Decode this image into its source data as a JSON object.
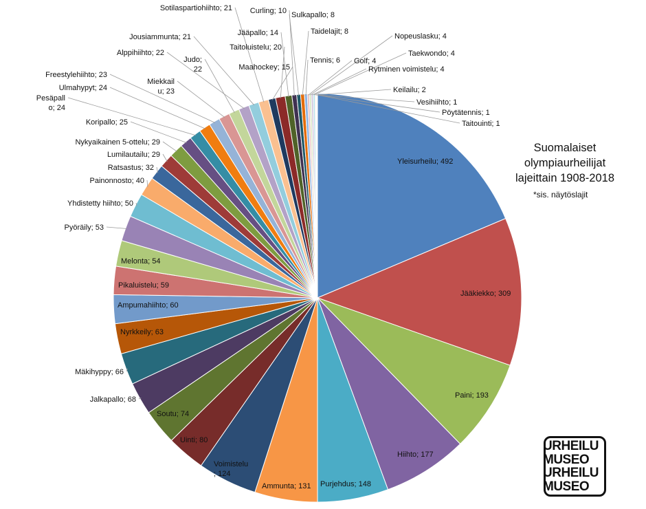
{
  "chart_data": {
    "type": "pie",
    "title": "Suomalaiset olympiaurheilijat lajeittain 1908-2018",
    "title_lines": [
      "Suomalaiset",
      "olympiaurheilijat",
      "lajeittain 1908-2018"
    ],
    "subtitle": "*sis. näytöslajit",
    "slices": [
      {
        "label": "Yleisurheilu",
        "value": 492,
        "color": "#4F81BD",
        "text": "Yleisurheilu; 492"
      },
      {
        "label": "Jääkiekko",
        "value": 309,
        "color": "#C0504D",
        "text": "Jääkiekko; 309"
      },
      {
        "label": "Paini",
        "value": 193,
        "color": "#9BBB59",
        "text": "Paini; 193"
      },
      {
        "label": "Hiihto",
        "value": 177,
        "color": "#8064A2",
        "text": "Hiihto; 177"
      },
      {
        "label": "Purjehdus",
        "value": 148,
        "color": "#4BACC6",
        "text": "Purjehdus; 148"
      },
      {
        "label": "Ammunta",
        "value": 131,
        "color": "#F79646",
        "text": "Ammunta; 131"
      },
      {
        "label": "Voimistelu",
        "value": 124,
        "color": "#2C4D75",
        "text": "Voimistelu\n; 124"
      },
      {
        "label": "Uinti",
        "value": 80,
        "color": "#772C2A",
        "text": "Uinti; 80"
      },
      {
        "label": "Soutu",
        "value": 74,
        "color": "#5F7530",
        "text": "Soutu; 74"
      },
      {
        "label": "Jalkapallo",
        "value": 68,
        "color": "#4D3B62",
        "text": "Jalkapallo; 68"
      },
      {
        "label": "Mäkihyppy",
        "value": 66,
        "color": "#276A7C",
        "text": "Mäkihyppy; 66"
      },
      {
        "label": "Nyrkkeily",
        "value": 63,
        "color": "#B65708",
        "text": "Nyrkkeily; 63"
      },
      {
        "label": "Ampumahiihto",
        "value": 60,
        "color": "#729ACA",
        "text": "Ampumahiihto; 60"
      },
      {
        "label": "Pikaluistelu",
        "value": 59,
        "color": "#CD7371",
        "text": "Pikaluistelu; 59"
      },
      {
        "label": "Melonta",
        "value": 54,
        "color": "#AFC97A",
        "text": "Melonta; 54"
      },
      {
        "label": "Pyöräily",
        "value": 53,
        "color": "#9983B5",
        "text": "Pyöräily; 53"
      },
      {
        "label": "Yhdistetty hiihto",
        "value": 50,
        "color": "#6FBDD1",
        "text": "Yhdistetty hiihto; 50"
      },
      {
        "label": "Painonnosto",
        "value": 40,
        "color": "#F9AB6B",
        "text": "Painonnosto; 40"
      },
      {
        "label": "Ratsastus",
        "value": 32,
        "color": "#3A679C",
        "text": "Ratsastus; 32"
      },
      {
        "label": "Lumilautailu",
        "value": 29,
        "color": "#9E3B38",
        "text": "Lumilautailu; 29"
      },
      {
        "label": "Nykyaikainen 5-ottelu",
        "value": 29,
        "color": "#7E9C40",
        "text": "Nykyaikainen 5-ottelu; 29"
      },
      {
        "label": "Koripallo",
        "value": 25,
        "color": "#664F83",
        "text": "Koripallo; 25"
      },
      {
        "label": "Pesäpallo",
        "value": 24,
        "color": "#358DA5",
        "text": "Pesäpall\no; 24"
      },
      {
        "label": "Ulmahypyt",
        "value": 24,
        "color": "#F07D10",
        "text": "Ulmahypyt; 24"
      },
      {
        "label": "Freestylehiihto",
        "value": 23,
        "color": "#95B3D7",
        "text": "Freestylehiihto; 23"
      },
      {
        "label": "Miekkailu",
        "value": 23,
        "color": "#D99694",
        "text": "Miekkail\nu; 23"
      },
      {
        "label": "Judo",
        "value": 22,
        "color": "#C3D69B",
        "text": "Judo;\n22"
      },
      {
        "label": "Alppihiihto",
        "value": 22,
        "color": "#B3A2C7",
        "text": "Alppihiihto; 22"
      },
      {
        "label": "Jousiammunta",
        "value": 21,
        "color": "#93CDDD",
        "text": "Jousiammunta; 21"
      },
      {
        "label": "Sotilaspartiohiihto",
        "value": 21,
        "color": "#FAC090",
        "text": "Sotilaspartiohiihto; 21"
      },
      {
        "label": "Maahockey",
        "value": 15,
        "color": "#1F3A5F",
        "text": "Maahockey; 15"
      },
      {
        "label": "Taitoluistelu",
        "value": 20,
        "color": "#8C2A28",
        "text": "Taitoluistelu; 20"
      },
      {
        "label": "Jääpallo",
        "value": 14,
        "color": "#4F6228",
        "text": "Jääpallo; 14"
      },
      {
        "label": "Curling",
        "value": 10,
        "color": "#3F3151",
        "text": "Curling; 10"
      },
      {
        "label": "Sulkapallo",
        "value": 8,
        "color": "#205867",
        "text": "Sulkapallo; 8"
      },
      {
        "label": "Taidelajit",
        "value": 8,
        "color": "#E46C0A",
        "text": "Taidelajit; 8"
      },
      {
        "label": "Tennis",
        "value": 6,
        "color": "#8DB3E2",
        "text": "Tennis; 6"
      },
      {
        "label": "Golf",
        "value": 4,
        "color": "#E6B9B8",
        "text": "Golf; 4"
      },
      {
        "label": "Nopeuslasku",
        "value": 4,
        "color": "#D7E4BD",
        "text": "Nopeuslasku; 4"
      },
      {
        "label": "Rytminen voimistelu",
        "value": 4,
        "color": "#CCC1DA",
        "text": "Rytminen voimistelu; 4"
      },
      {
        "label": "Taekwondo",
        "value": 4,
        "color": "#B7DEE8",
        "text": "Taekwondo; 4"
      },
      {
        "label": "Keilailu",
        "value": 2,
        "color": "#FCD5B5",
        "text": "Keilailu; 2"
      },
      {
        "label": "Vesihiihto",
        "value": 1,
        "color": "#7F7F7F",
        "text": "Vesihiihto; 1"
      },
      {
        "label": "Pöytätennis",
        "value": 1,
        "color": "#A5A5A5",
        "text": "Pöytätennis; 1"
      },
      {
        "label": "Taitouinti",
        "value": 1,
        "color": "#D9D9D9",
        "text": "Taitouinti; 1"
      }
    ]
  },
  "logo": {
    "lines": [
      "URHEILU",
      "MUSEO",
      "URHEILU",
      "MUSEO"
    ]
  }
}
